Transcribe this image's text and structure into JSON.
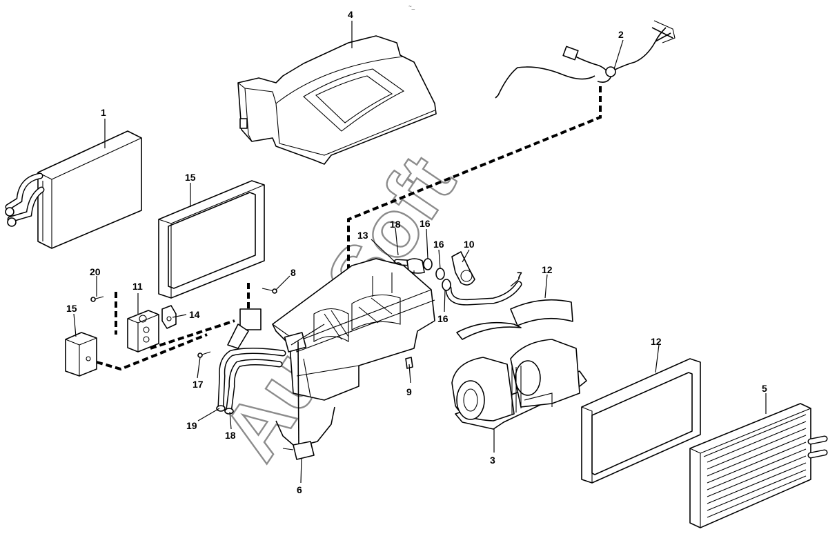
{
  "diagram": {
    "watermark": "AutoSoft",
    "corner_mark": "~_",
    "callouts": [
      {
        "id": "c1",
        "label": "1"
      },
      {
        "id": "c2",
        "label": "2"
      },
      {
        "id": "c3",
        "label": "3"
      },
      {
        "id": "c4",
        "label": "4"
      },
      {
        "id": "c5",
        "label": "5"
      },
      {
        "id": "c6",
        "label": "6"
      },
      {
        "id": "c7",
        "label": "7"
      },
      {
        "id": "c8",
        "label": "8"
      },
      {
        "id": "c9",
        "label": "9"
      },
      {
        "id": "c10",
        "label": "10"
      },
      {
        "id": "c11",
        "label": "11"
      },
      {
        "id": "c12a",
        "label": "12"
      },
      {
        "id": "c12b",
        "label": "12"
      },
      {
        "id": "c13",
        "label": "13"
      },
      {
        "id": "c14",
        "label": "14"
      },
      {
        "id": "c15a",
        "label": "15"
      },
      {
        "id": "c15b",
        "label": "15"
      },
      {
        "id": "c16a",
        "label": "16"
      },
      {
        "id": "c16b",
        "label": "16"
      },
      {
        "id": "c16c",
        "label": "16"
      },
      {
        "id": "c17",
        "label": "17"
      },
      {
        "id": "c18a",
        "label": "18"
      },
      {
        "id": "c18b",
        "label": "18"
      },
      {
        "id": "c19",
        "label": "19"
      },
      {
        "id": "c20",
        "label": "20"
      }
    ]
  }
}
